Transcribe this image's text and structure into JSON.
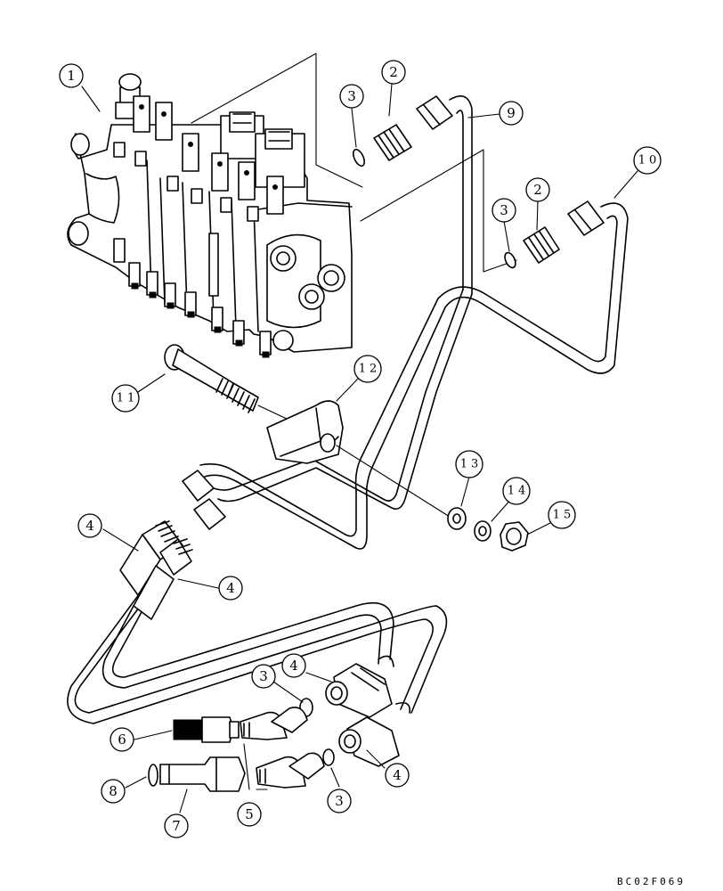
{
  "title": "",
  "drawing_code": "BC02F069",
  "callouts": [
    {
      "id": "c1",
      "label": "1"
    },
    {
      "id": "c2a",
      "label": "2"
    },
    {
      "id": "c3a",
      "label": "3"
    },
    {
      "id": "c9",
      "label": "9"
    },
    {
      "id": "c10",
      "label": "10"
    },
    {
      "id": "c3b",
      "label": "3"
    },
    {
      "id": "c2b",
      "label": "2"
    },
    {
      "id": "c11",
      "label": "11"
    },
    {
      "id": "c12",
      "label": "12"
    },
    {
      "id": "c13",
      "label": "13"
    },
    {
      "id": "c14",
      "label": "14"
    },
    {
      "id": "c15",
      "label": "15"
    },
    {
      "id": "c4a",
      "label": "4"
    },
    {
      "id": "c4b",
      "label": "4"
    },
    {
      "id": "c3c",
      "label": "3"
    },
    {
      "id": "c4c",
      "label": "4"
    },
    {
      "id": "c6",
      "label": "6"
    },
    {
      "id": "c4d",
      "label": "4"
    },
    {
      "id": "c3d",
      "label": "3"
    },
    {
      "id": "c8",
      "label": "8"
    },
    {
      "id": "c7",
      "label": "7"
    },
    {
      "id": "c5",
      "label": "5"
    }
  ]
}
